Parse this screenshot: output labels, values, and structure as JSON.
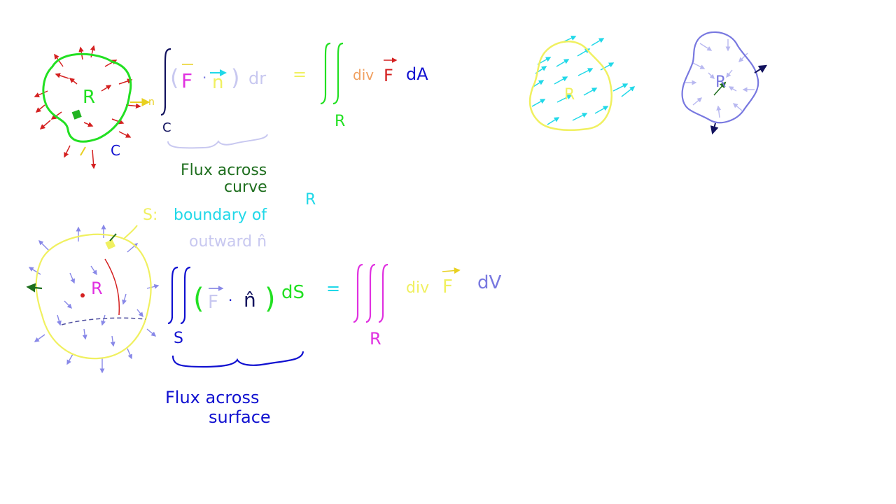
{
  "colors": {
    "red": "#d42020",
    "green": "#22e022",
    "darkgreen": "#1e6e1e",
    "navy": "#12125e",
    "blue": "#1010d0",
    "lavender": "#c8c8f0",
    "periwinkle": "#7878e0",
    "yellow": "#f0f060",
    "magenta": "#e030e0",
    "cyan": "#20d8e8",
    "gold": "#e8d020"
  },
  "top_left": {
    "region_label": "R",
    "curve_label": "C",
    "normal_label": "n",
    "eq": {
      "lhs_F": "F",
      "lhs_n": "n",
      "lhs_dr": "dr",
      "equals": "=",
      "rhs_div": "div",
      "rhs_F": "F",
      "rhs_dA": "dA",
      "int_sub": "C",
      "dbl_int_sub": "R"
    },
    "caption_line1": "Flux across",
    "caption_line2": "curve"
  },
  "middle_note": {
    "line1_prefix": "S:",
    "line1_text": "boundary of",
    "line1_R": "R",
    "line2_text": "outward n̂"
  },
  "bottom_left": {
    "region_label": "R",
    "eq": {
      "lhs_F": "F",
      "lhs_n": "n̂",
      "lhs_dS": "dS",
      "equals": "=",
      "rhs_div": "div",
      "rhs_F": "F",
      "rhs_dV": "dV",
      "dbl_int_sub": "S",
      "trpl_int_sub": "R"
    },
    "caption_line1": "Flux across",
    "caption_line2": "surface"
  },
  "top_right": {
    "blob1_label": "R",
    "blob2_label": "R"
  }
}
